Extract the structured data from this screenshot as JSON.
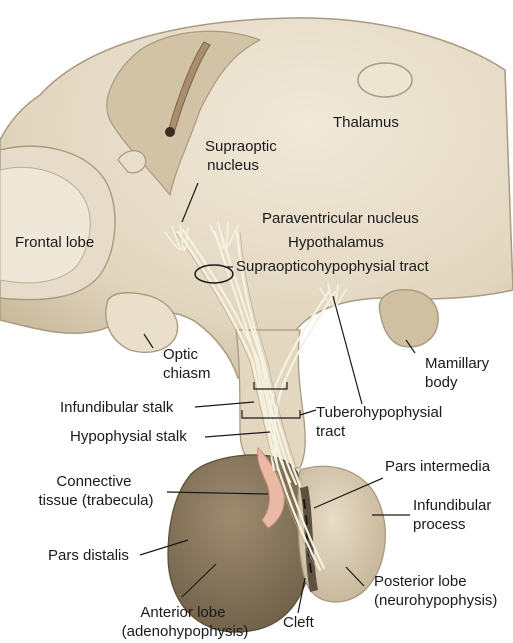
{
  "labels": {
    "thalamus": "Thalamus",
    "supraoptic_nucleus": [
      "Supraoptic",
      "nucleus"
    ],
    "frontal_lobe": "Frontal lobe",
    "paraventricular_nucleus": "Paraventricular nucleus",
    "hypothalamus": "Hypothalamus",
    "supraopticohypophysial_tract": "Supraopticohypophysial tract",
    "optic_chiasm": [
      "Optic",
      "chiasm"
    ],
    "mamillary_body": [
      "Mamillary",
      "body"
    ],
    "infundibular_stalk": "Infundibular stalk",
    "tuberohypophysial_tract": [
      "Tuberohypophysial",
      "tract"
    ],
    "hypophysial_stalk": "Hypophysial stalk",
    "connective_tissue": [
      "Connective",
      "tissue (trabecula)"
    ],
    "pars_intermedia": "Pars intermedia",
    "infundibular_process": [
      "Infundibular",
      "process"
    ],
    "pars_distalis": "Pars distalis",
    "posterior_lobe": [
      "Posterior lobe",
      "(neurohypophysis)"
    ],
    "anterior_lobe": [
      "Anterior lobe",
      "(adenohypophysis)"
    ],
    "cleft": "Cleft"
  },
  "colors": {
    "brain_light": "#ece3d2",
    "brain_mid": "#d8cbb3",
    "brain_dark": "#a99a80",
    "anterior_lobe": "#8a7960",
    "posterior_lobe": "#d9ccb3",
    "trabecula": "#e8b8a8",
    "nerve_fibers": "#f3f0e0"
  }
}
